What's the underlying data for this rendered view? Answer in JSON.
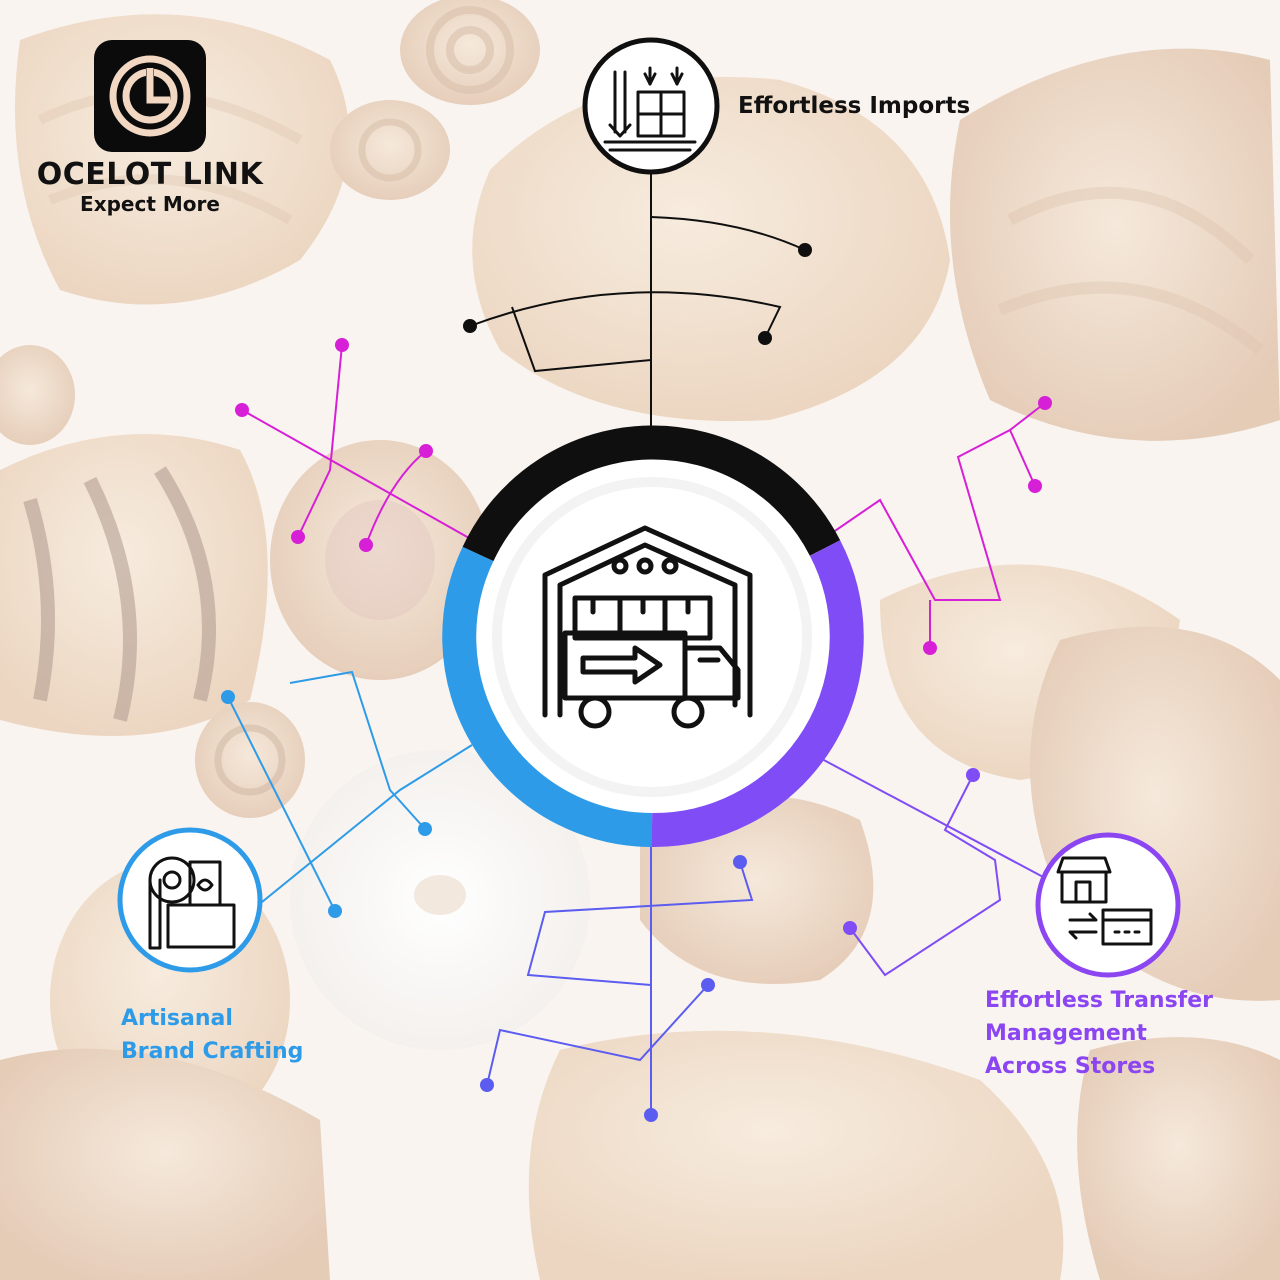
{
  "brand": {
    "name": "OCELOT LINK",
    "tagline": "Expect More"
  },
  "nodes": [
    {
      "label_lines": [
        "Effortless Imports"
      ],
      "icon": "import-pallet-icon",
      "color": "#111111"
    },
    {
      "label_lines": [
        "Artisanal",
        "Brand Crafting"
      ],
      "icon": "gift-wrapping-icon",
      "color": "#2e9be8"
    },
    {
      "label_lines": [
        "Effortless Transfer",
        "Management",
        "Across Stores"
      ],
      "icon": "store-transfer-icon",
      "color": "#8b46f2"
    }
  ],
  "center": {
    "icon": "warehouse-delivery-truck-icon"
  },
  "colors": {
    "black": "#0f0f0f",
    "magenta": "#d61fd6",
    "blue": "#2e9be8",
    "violet": "#7f4cf5",
    "indigo": "#5b5cf0",
    "background": "#efe4d8"
  }
}
